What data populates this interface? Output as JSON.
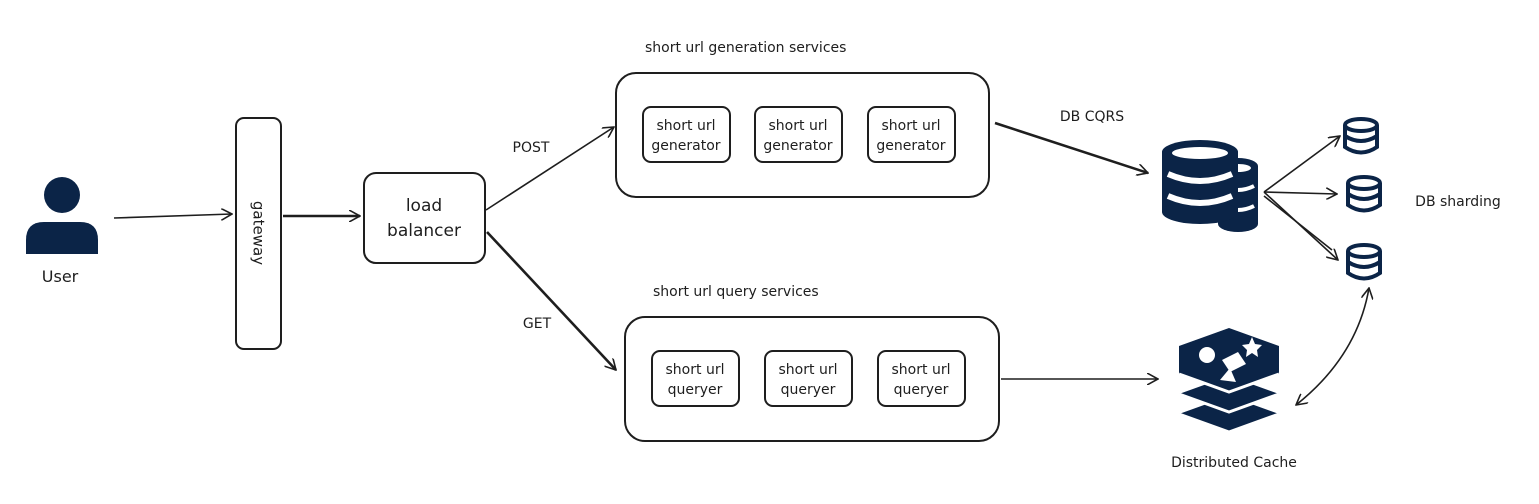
{
  "user": {
    "label": "User"
  },
  "gateway": {
    "label": "gateway"
  },
  "load_balancer": {
    "line1": "load",
    "line2": "balancer"
  },
  "edges": {
    "post": "POST",
    "get": "GET",
    "db_cqrs": "DB CQRS"
  },
  "generation_group": {
    "title": "short url generation services",
    "items": [
      {
        "line1": "short url",
        "line2": "generator"
      },
      {
        "line1": "short url",
        "line2": "generator"
      },
      {
        "line1": "short url",
        "line2": "generator"
      }
    ]
  },
  "query_group": {
    "title": "short url query services",
    "items": [
      {
        "line1": "short url",
        "line2": "queryer"
      },
      {
        "line1": "short url",
        "line2": "queryer"
      },
      {
        "line1": "short url",
        "line2": "queryer"
      }
    ]
  },
  "database": {
    "sharding_label": "DB sharding"
  },
  "cache": {
    "label": "Distributed Cache"
  },
  "colors": {
    "icon": "#0b2447",
    "stroke": "#1e1e1e"
  },
  "icons": {
    "user": "user-icon",
    "database": "database-icon",
    "shard": "database-shard-icon",
    "cache": "redis-cache-icon"
  }
}
